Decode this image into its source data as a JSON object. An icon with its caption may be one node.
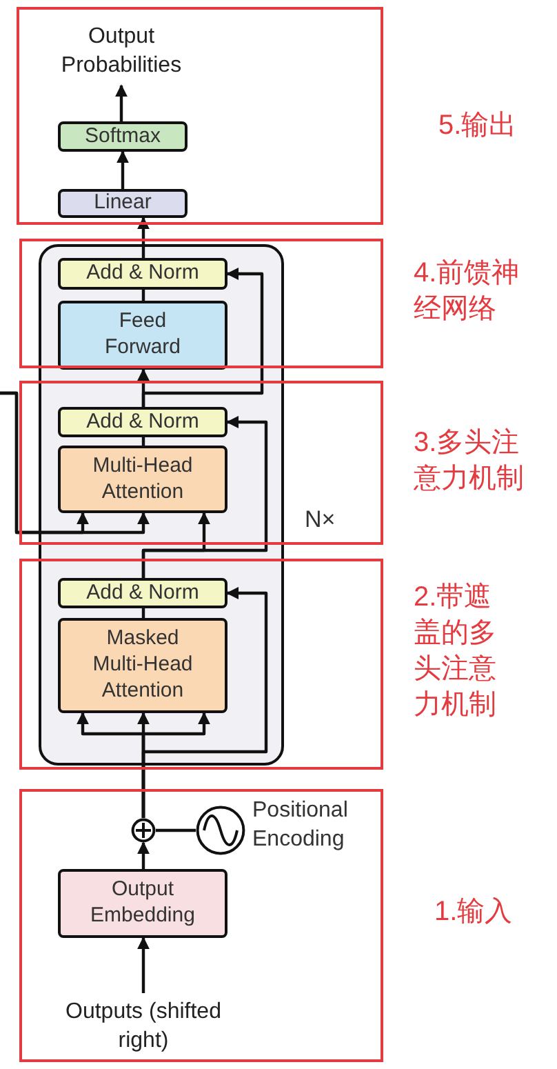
{
  "diagram": {
    "nodes": [
      {
        "text": [
          "Output Probabilities"
        ]
      },
      {
        "text": [
          "Softmax"
        ]
      },
      {
        "text": [
          "Linear"
        ]
      },
      {
        "text": [
          "Add & Norm"
        ]
      },
      {
        "text": [
          "Feed Forward"
        ]
      },
      {
        "text": [
          "Add & Norm"
        ]
      },
      {
        "text": [
          "Multi-Head Attention"
        ]
      },
      {
        "text": [
          "Add & Norm"
        ]
      },
      {
        "text": [
          "Masked Multi-Head Attention"
        ]
      },
      {
        "text": [],
        "shape": "circle"
      },
      {
        "text": [],
        "shape": "circle",
        "beside": [
          "Positional Encoding"
        ]
      },
      {
        "text": [
          "Output Embedding"
        ]
      },
      {
        "text": [
          "Outputs (shifted right)"
        ]
      }
    ],
    "edges": [
      {
        "from": 12,
        "to": 11,
        "arrow": "to"
      },
      {
        "from": 11,
        "to": 9,
        "arrow": "to"
      },
      {
        "from": 10,
        "to": 9,
        "arrow": "none"
      },
      {
        "from": 9,
        "to": 8,
        "arrow": "to"
      },
      {
        "from": 9,
        "to": 8,
        "arrow": "to"
      },
      {
        "from": 9,
        "to": 8,
        "arrow": "to"
      },
      {
        "from": 9,
        "to": 7,
        "arrow": "to"
      },
      {
        "from": 8,
        "to": 7,
        "arrow": "none"
      },
      {
        "from": 7,
        "to": 6,
        "arrow": "to"
      },
      {
        "from": 7,
        "to": 5,
        "arrow": "to"
      },
      {
        "from": null,
        "to": 6,
        "arrow": "to"
      },
      {
        "from": null,
        "to": 6,
        "arrow": "to"
      },
      {
        "from": 6,
        "to": 5,
        "arrow": "none"
      },
      {
        "from": 5,
        "to": 4,
        "arrow": "to"
      },
      {
        "from": 5,
        "to": 3,
        "arrow": "to"
      },
      {
        "from": 4,
        "to": 3,
        "arrow": "none"
      },
      {
        "from": 3,
        "to": 2,
        "arrow": "to"
      },
      {
        "from": 2,
        "to": 1,
        "arrow": "to"
      },
      {
        "from": 1,
        "to": 0,
        "arrow": "to"
      }
    ],
    "labels": [
      "5.输出",
      "4.前馈神经网络",
      "3.多头注意力机制",
      "N×",
      "2.带遮盖的多头注意力机制",
      "1.输入"
    ]
  }
}
